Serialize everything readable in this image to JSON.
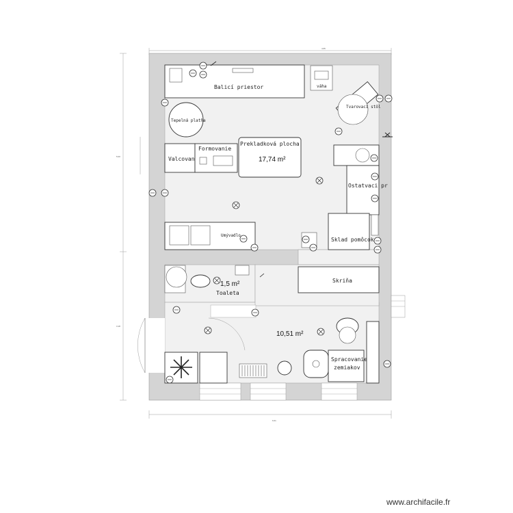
{
  "rooms": {
    "balici": "Balicí priestor",
    "vaha": "váha",
    "tvarovaci": "Tvarovací\nstôl",
    "tepelna": "Tepelná platňa",
    "valcovanie": "Valcovanie",
    "formovanie": "Formovanie",
    "prekladkova": "Prekladková plocha",
    "ostatvaci": "Ostatvaci pr",
    "umyvadla": "Umývadlo",
    "sklad": "Sklad pomôcok",
    "skrina": "Skriňa",
    "toaleta": "Toaleta",
    "spracovanie_line1": "Spracovanie",
    "spracovanie_line2": "zemiakov"
  },
  "areas": {
    "main": "17,74 m²",
    "wc": "1,5 m²",
    "lower": "10,51 m²"
  },
  "dimensions": {
    "top": "4.65",
    "bottom": "6.61",
    "left_upper": "5.00",
    "left_lower": "3.18"
  },
  "watermark": "www.archifacile.fr",
  "icons": {
    "outlet": "power-outlet-icon",
    "light": "ceiling-light-icon",
    "snowflake": "freezer-icon",
    "junction": "electric-panel-icon"
  }
}
